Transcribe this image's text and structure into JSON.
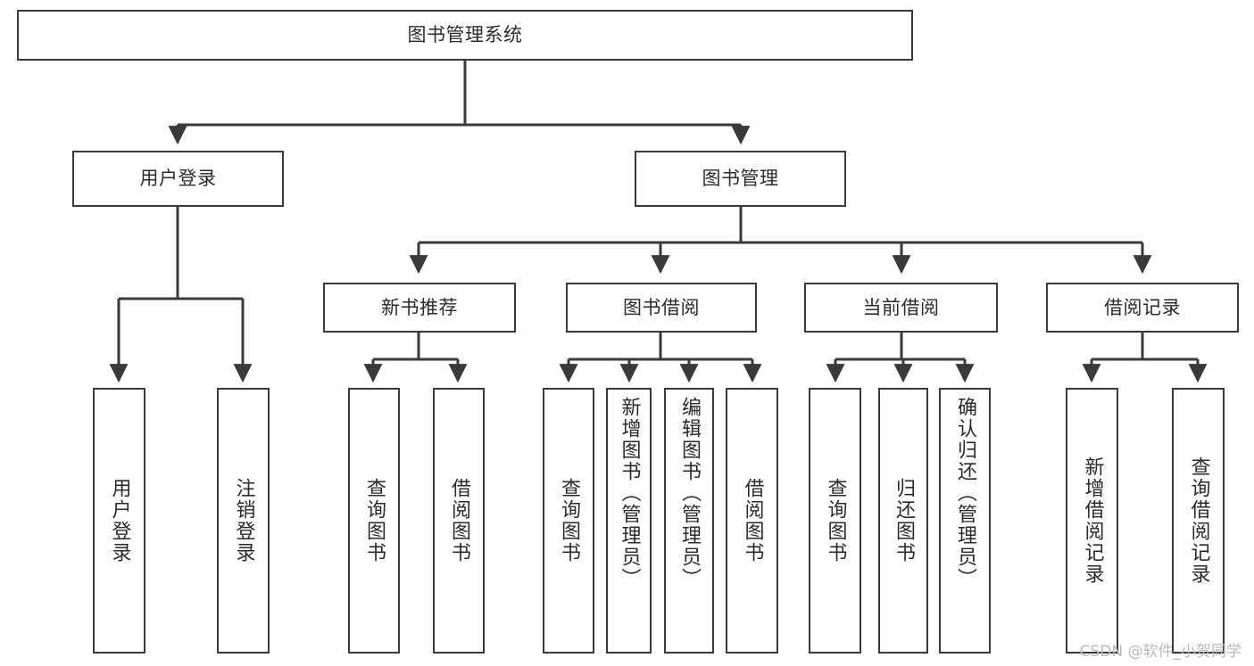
{
  "diagram": {
    "type": "tree",
    "title": "图书管理系统",
    "watermark": "CSDN @软件_小贺同学",
    "edge_color": "#3a3a3a",
    "box_border_color": "#3a3a3a",
    "box_fill_color": "#ffffff",
    "text_color": "#2b2b2b"
  },
  "nodes": {
    "root": {
      "label": "图书管理系统"
    },
    "level2": [
      {
        "label": "用户登录"
      },
      {
        "label": "图书管理"
      }
    ],
    "level3": [
      {
        "label": "新书推荐"
      },
      {
        "label": "图书借阅"
      },
      {
        "label": "当前借阅"
      },
      {
        "label": "借阅记录"
      }
    ],
    "leaves_user_login": [
      {
        "label": "用户登录"
      },
      {
        "label": "注销登录"
      }
    ],
    "leaves_new_book": [
      {
        "label": "查询图书"
      },
      {
        "label": "借阅图书"
      }
    ],
    "leaves_borrow": [
      {
        "label": "查询图书"
      },
      {
        "label": "新增图书（管理员）"
      },
      {
        "label": "编辑图书（管理员）"
      },
      {
        "label": "借阅图书"
      }
    ],
    "leaves_current": [
      {
        "label": "查询图书"
      },
      {
        "label": "归还图书"
      },
      {
        "label": "确认归还（管理员）"
      }
    ],
    "leaves_records": [
      {
        "label": "新增借阅记录"
      },
      {
        "label": "查询借阅记录"
      }
    ]
  }
}
